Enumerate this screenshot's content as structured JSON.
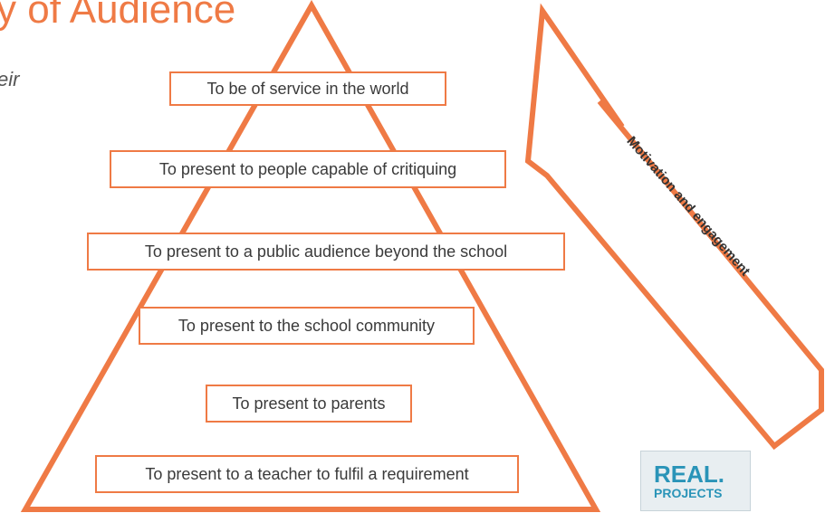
{
  "title": "y of Audience",
  "side_note": "eir\n",
  "colors": {
    "accent": "#ef7a45",
    "text": "#3a3a3a",
    "logo": "#2a94b8"
  },
  "pyramid": {
    "levels": [
      "To be of service in the world",
      "To present to people capable of critiquing",
      "To present to a public audience beyond the school",
      "To present to the school community",
      "To present to parents",
      "To present to a teacher to fulfil a requirement"
    ]
  },
  "arrow": {
    "label": "Motivation and engagement"
  },
  "logo": {
    "line1": "REAL.",
    "line2": "PROJECTS"
  }
}
